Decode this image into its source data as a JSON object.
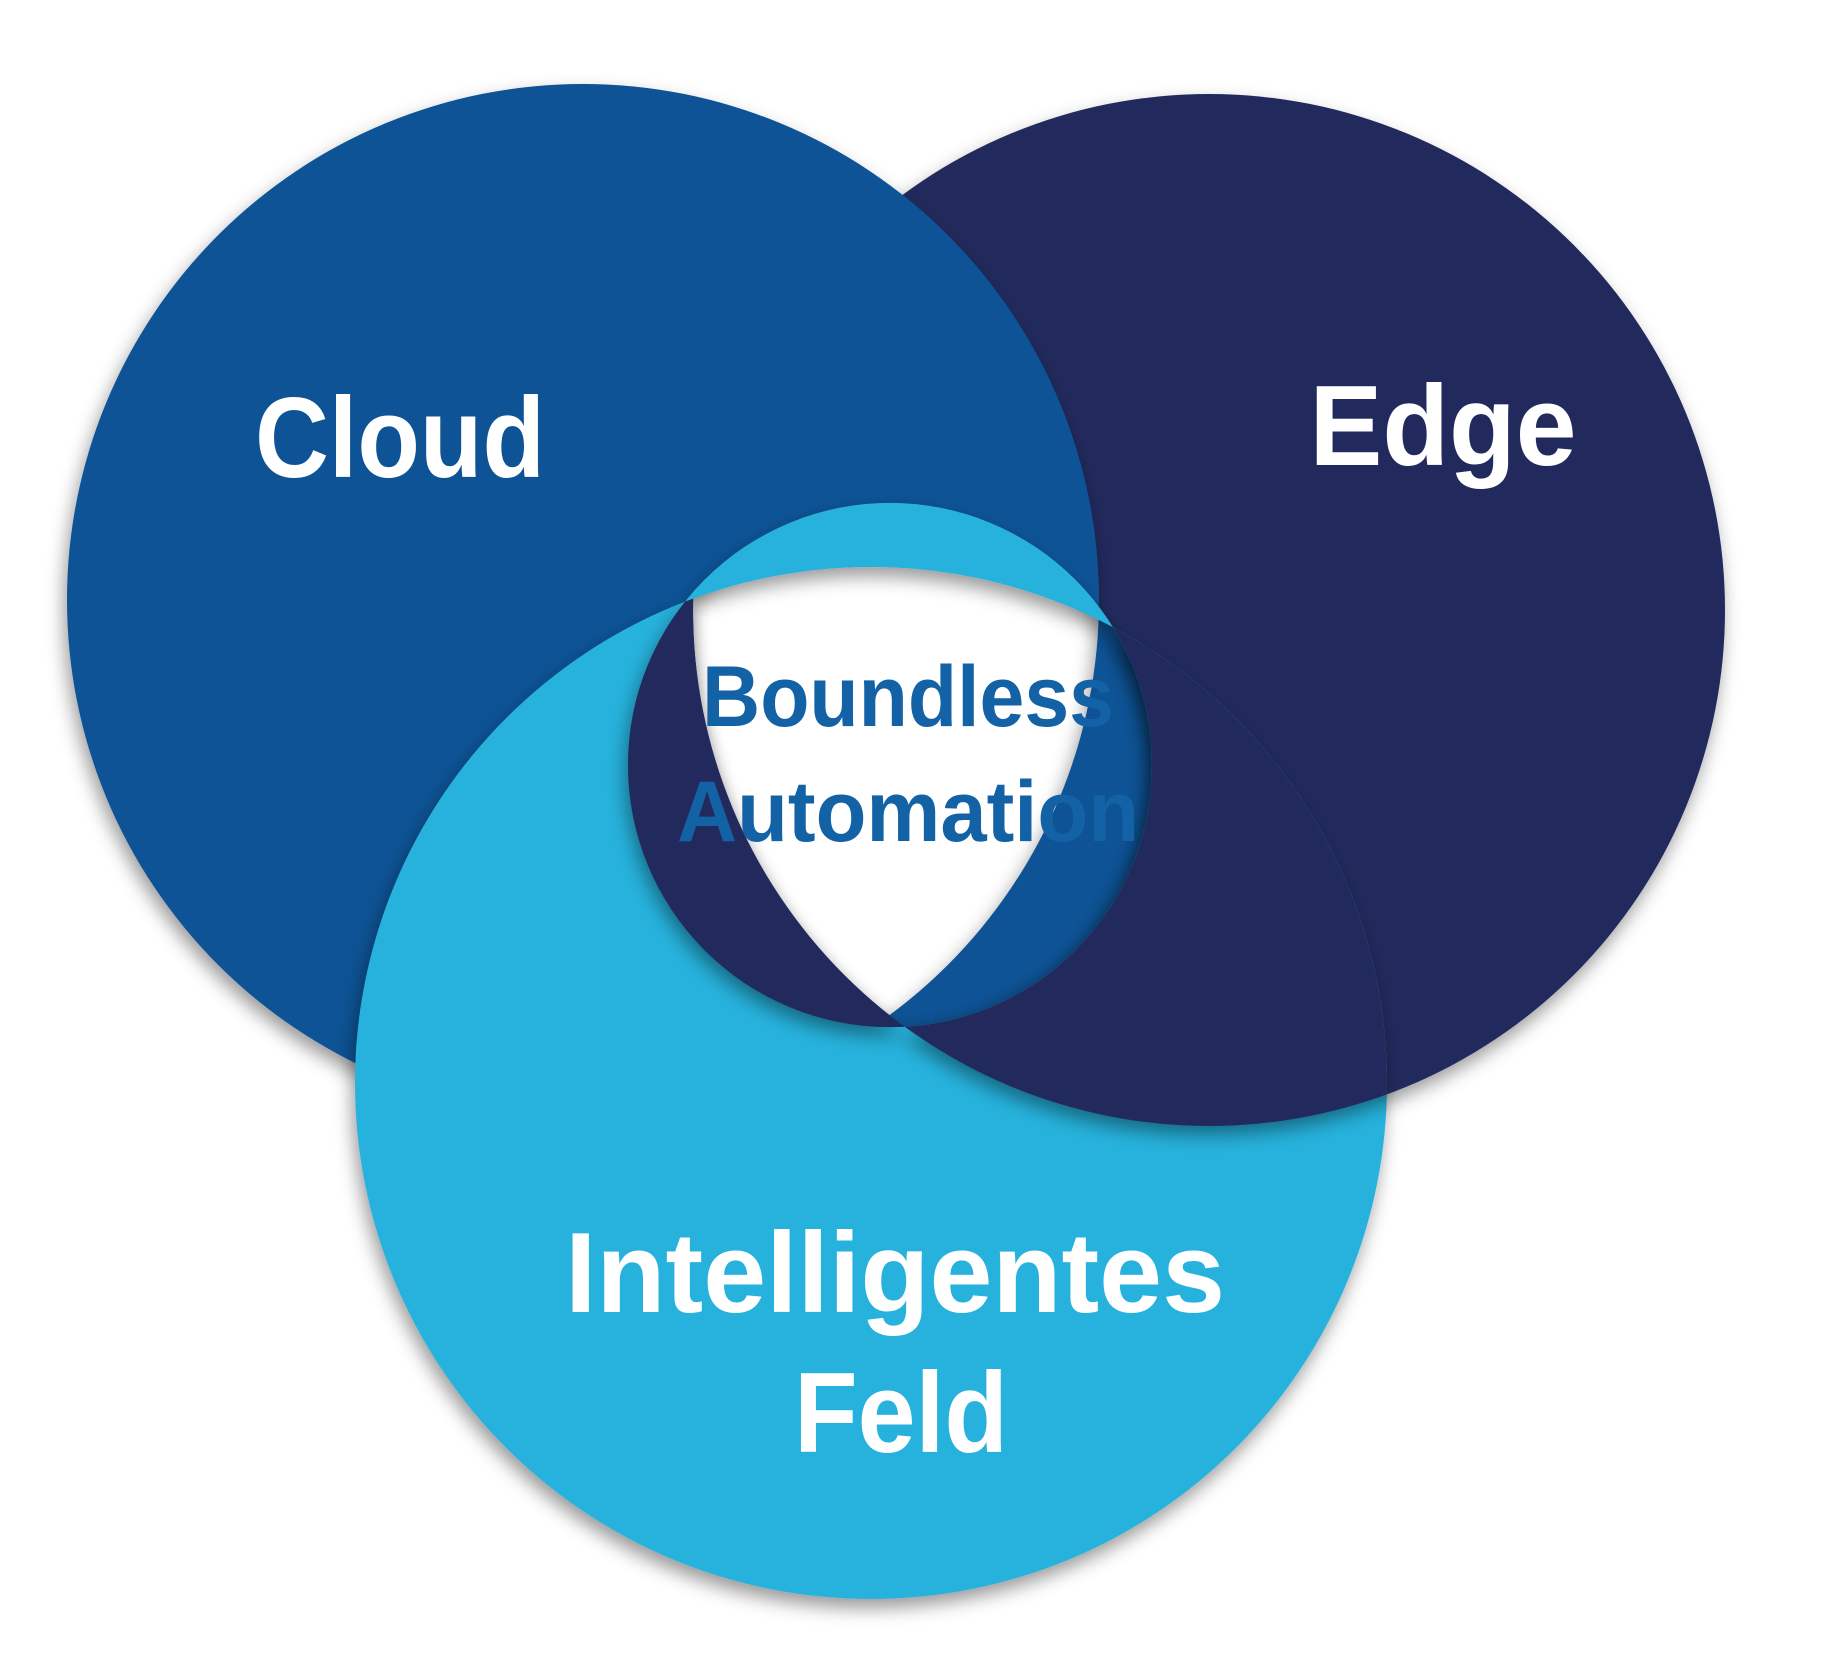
{
  "page": {
    "background": "#FFFFFF"
  },
  "diagram": {
    "type": "three-circle-overlap",
    "label_color": "#FFFFFF",
    "circles": {
      "cloud": {
        "label": "Cloud",
        "color": "#0D5295"
      },
      "edge": {
        "label": "Edge",
        "color": "#232C5D"
      },
      "field": {
        "label_line1": "Intelligentes",
        "label_line2": "Feld",
        "color": "#28B2DC"
      }
    },
    "center": {
      "line1": "Boundless",
      "line2": "Automation",
      "text_color": "#1362A6",
      "background": "#FFFFFF"
    }
  }
}
